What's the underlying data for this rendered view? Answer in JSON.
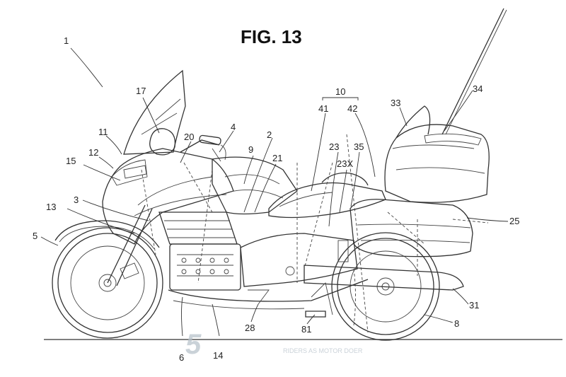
{
  "figure": {
    "title": "FIG. 13",
    "labels": {
      "l1": "1",
      "l2": "2",
      "l3": "3",
      "l4": "4",
      "l5": "5",
      "l6": "6",
      "l8": "8",
      "l9": "9",
      "l10": "10",
      "l11": "11",
      "l12": "12",
      "l13": "13",
      "l14": "14",
      "l15": "15",
      "l17": "17",
      "l20": "20",
      "l21": "21",
      "l23": "23",
      "l23x": "23X",
      "l25": "25",
      "l28": "28",
      "l31": "31",
      "l33": "33",
      "l34": "34",
      "l35": "35",
      "l41": "41",
      "l42": "42",
      "l81": "81"
    }
  },
  "watermark": {
    "logo_text": "5",
    "caption": "RIDERS AS MOTOR DOER"
  }
}
